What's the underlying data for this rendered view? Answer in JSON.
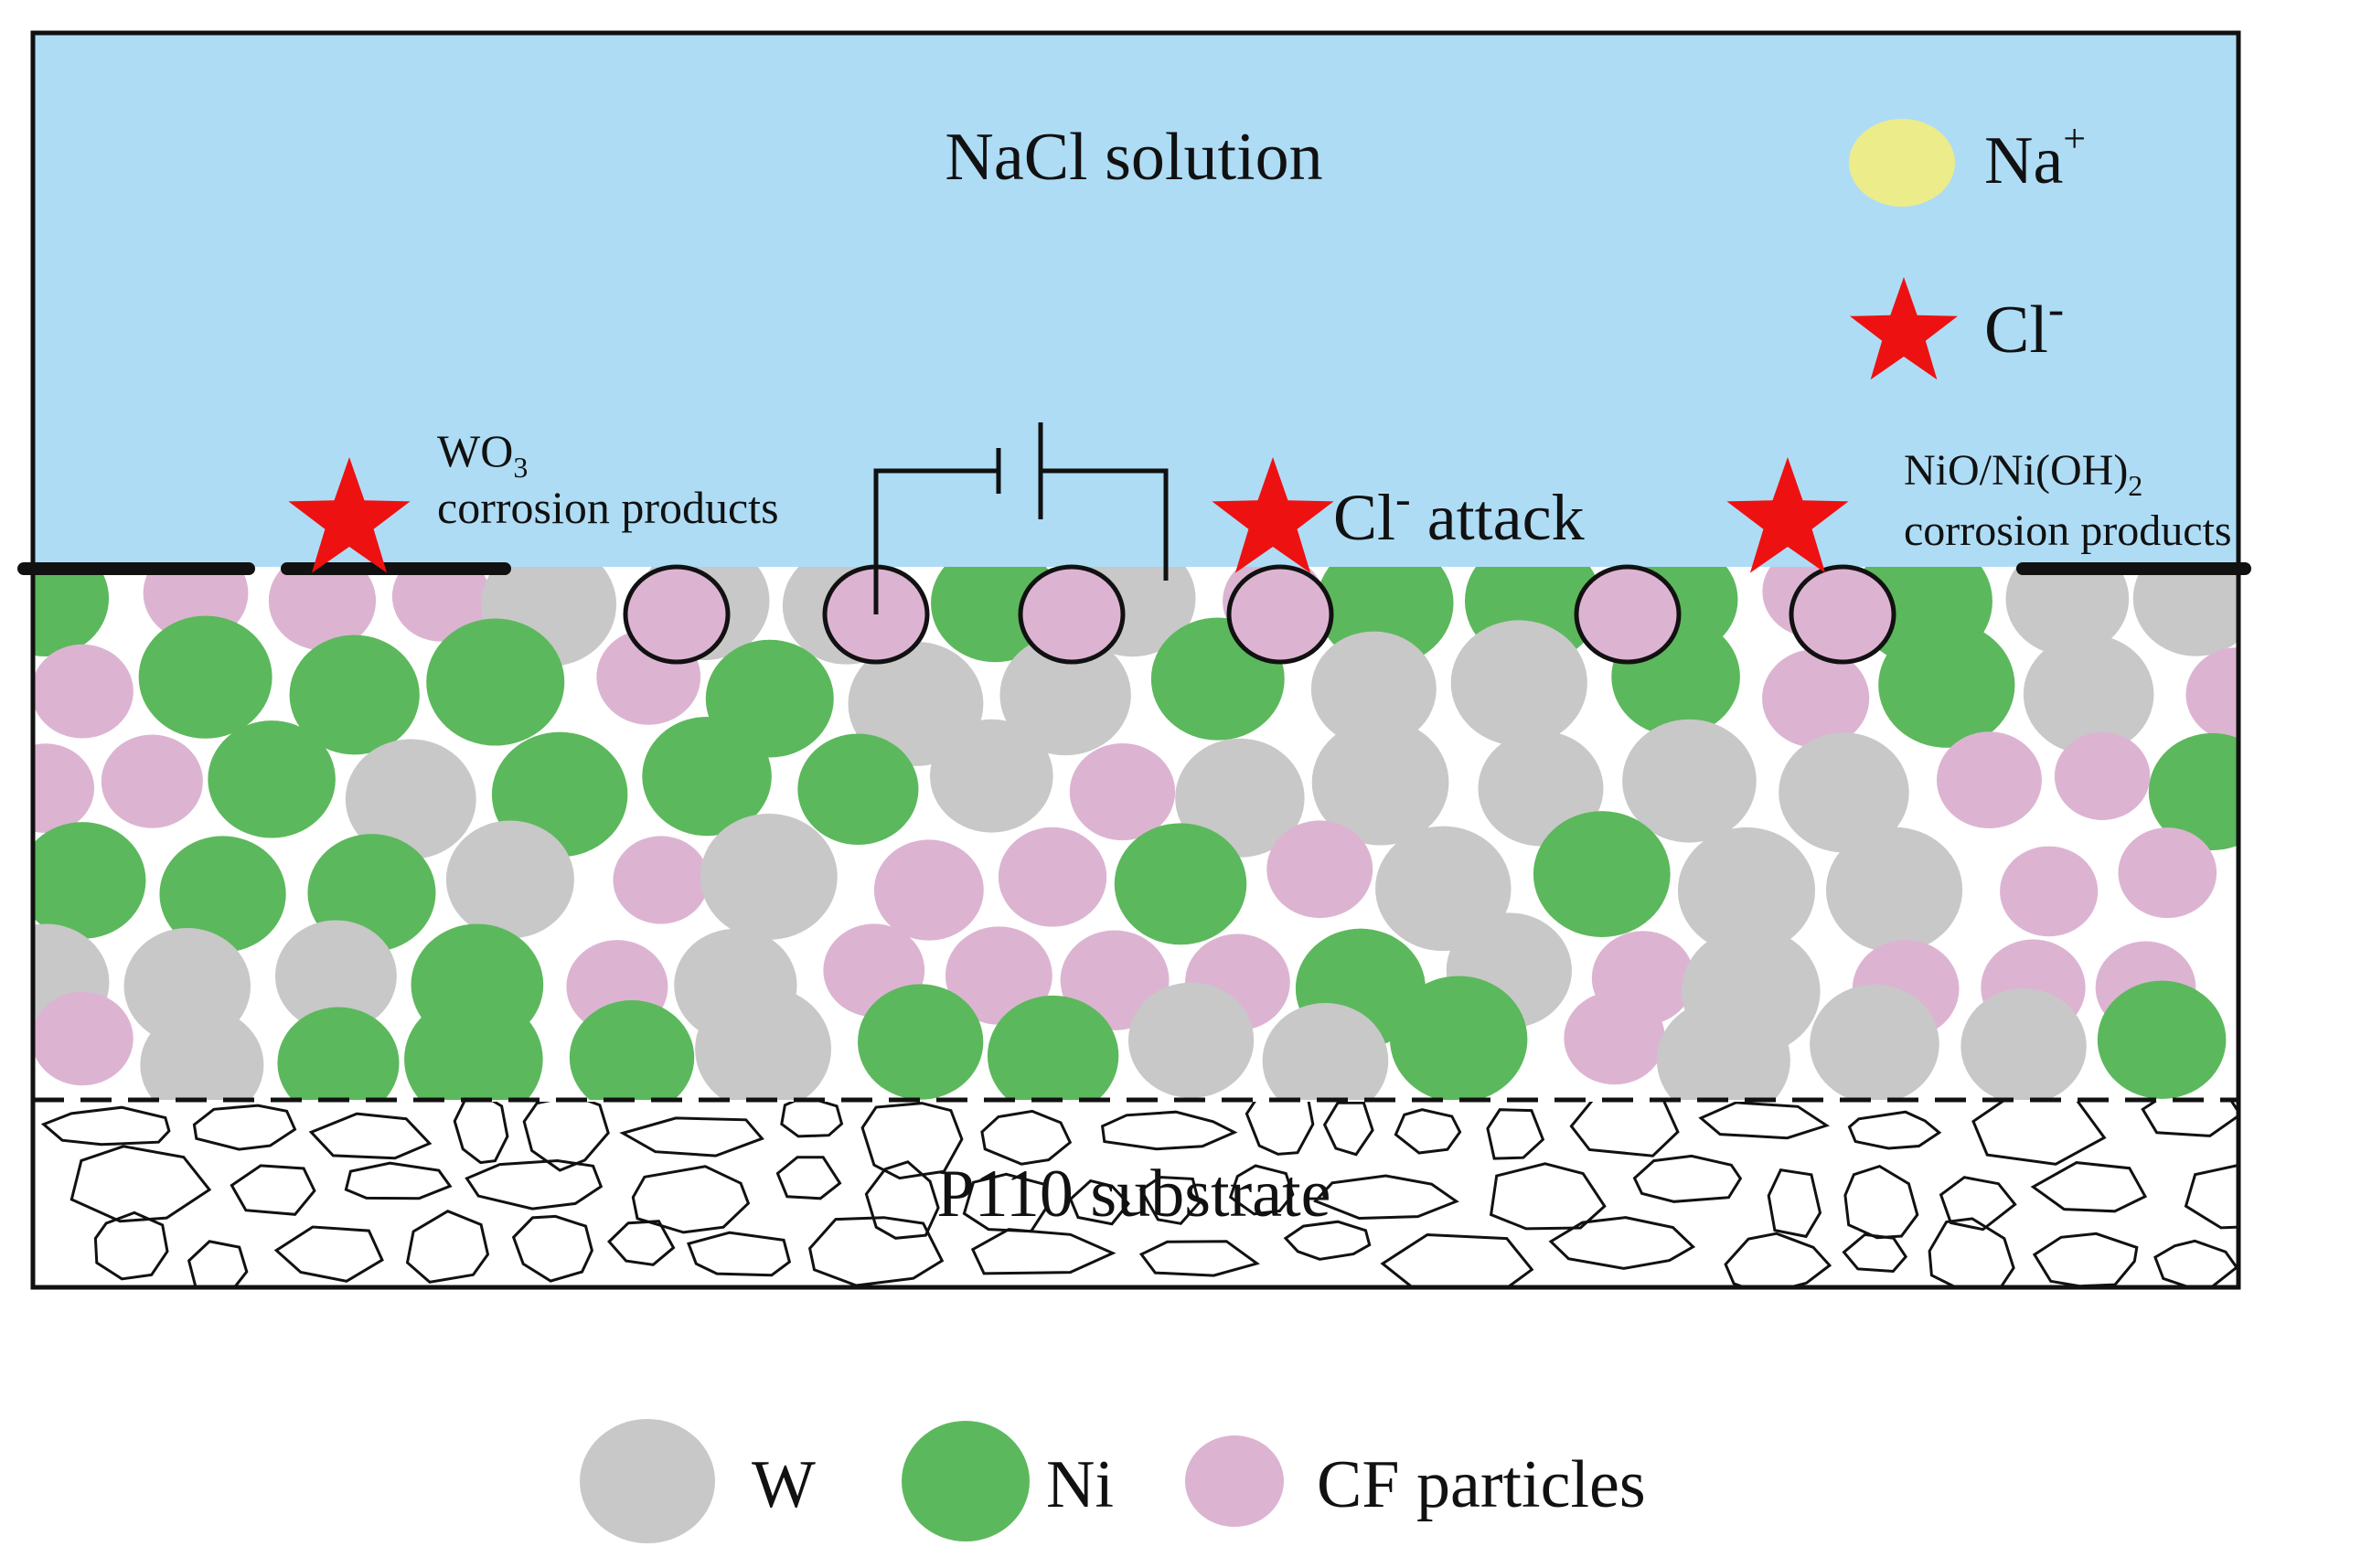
{
  "solution": {
    "label": "NaCl solution"
  },
  "ions": {
    "na": {
      "base": "Na",
      "charge": "+"
    },
    "cl": {
      "base": "Cl",
      "charge": "-"
    }
  },
  "annotations": {
    "wo3": {
      "formula_base": "WO",
      "formula_sub": "3",
      "line2": "corrosion products"
    },
    "cl_attack": {
      "base": "Cl",
      "charge": "-",
      "text": " attack"
    },
    "nio": {
      "formula_base": "NiO/Ni(OH)",
      "formula_sub": "2",
      "line2": "corrosion products"
    }
  },
  "substrate": {
    "label": "P110 substrate"
  },
  "legend": {
    "w": "W",
    "ni": "Ni",
    "cf": "CF particles"
  },
  "colors": {
    "solution": "#aedcf5",
    "w": "#c8c8c8",
    "ni": "#5cb85c",
    "cf": "#dcb4d2",
    "na": "#ecec8a",
    "cl": "#ee1111",
    "outline": "#111111"
  },
  "icons": {
    "cl": "red-star",
    "na": "yellow-circle",
    "battery": "battery-symbol"
  }
}
